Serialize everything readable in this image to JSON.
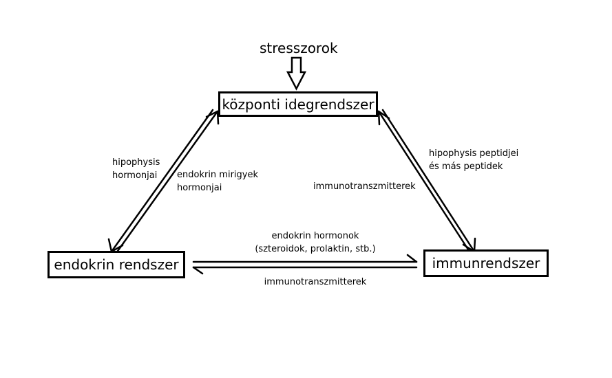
{
  "stressors": "stresszorok",
  "nodes": {
    "cns": "központi idegrendszer",
    "endocrine": "endokrin rendszer",
    "immune": "immunrendszer"
  },
  "labels": {
    "left_outer": [
      "hipophysis",
      "hormonjai"
    ],
    "left_inner": [
      "endokrin mirigyek",
      "hormonjai"
    ],
    "right_inner": "immunotranszmitterek",
    "right_outer": [
      "hipophysis peptidjei",
      "és más peptidek"
    ],
    "bottom_top": [
      "endokrin hormonok",
      "(szteroidok, prolaktin, stb.)"
    ],
    "bottom_bottom": "immunotranszmitterek"
  }
}
